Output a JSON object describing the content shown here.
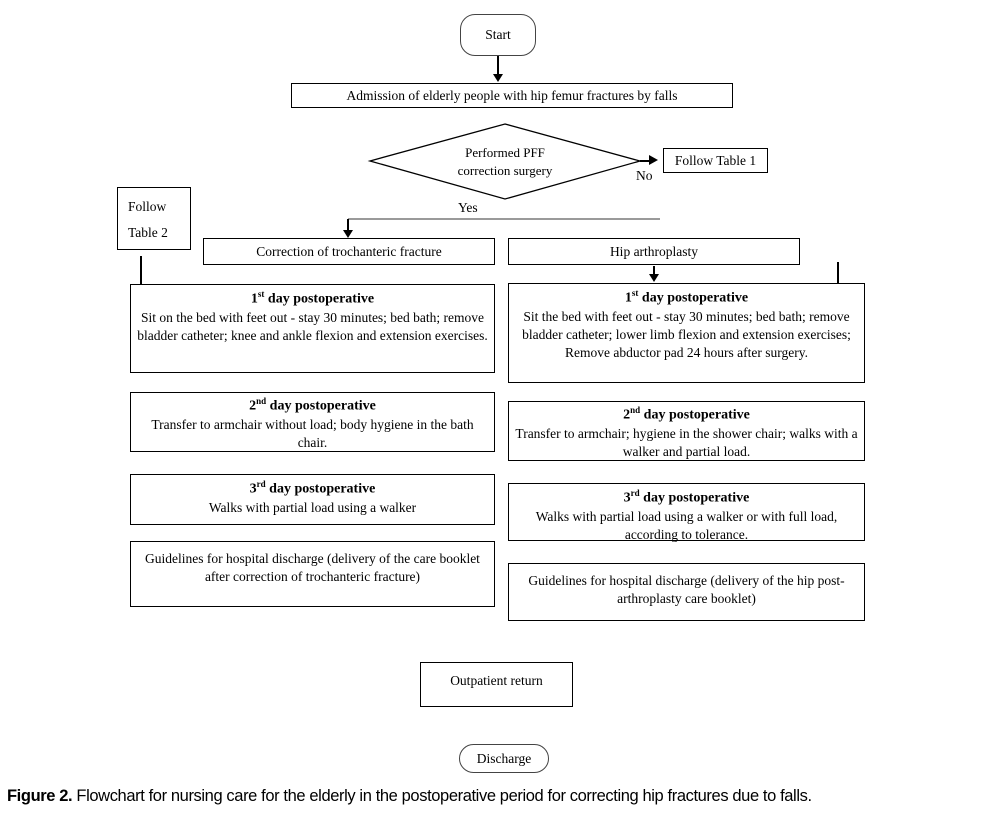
{
  "figure": {
    "caption_bold": "Figure 2.",
    "caption_text": " Flowchart for nursing care for the elderly in the postoperative period for correcting hip fractures due to falls."
  },
  "flowchart": {
    "start_label": "Start",
    "admission": "Admission of elderly people with hip femur fractures by falls",
    "decision": {
      "line1": "Performed PFF",
      "line2": "correction surgery",
      "no_label": "No",
      "yes_label": "Yes"
    },
    "follow_table_1": "Follow Table 1",
    "follow_table_2": {
      "line1": "Follow",
      "line2": "Table 2"
    },
    "left_branch": {
      "header": "Correction of trochanteric fracture",
      "steps": [
        {
          "num": "1",
          "ord": "st",
          "title_rest": " day postoperative",
          "body": "Sit on the bed with feet out - stay 30 minutes; bed bath; remove bladder catheter; knee and ankle flexion and extension exercises."
        },
        {
          "num": "2",
          "ord": "nd",
          "title_rest": " day postoperative",
          "body": "Transfer to armchair without load; body hygiene in the bath chair."
        },
        {
          "num": "3",
          "ord": "rd",
          "title_rest": " day postoperative",
          "body": "Walks with partial load using a walker"
        }
      ],
      "discharge_guidelines": "Guidelines for hospital discharge (delivery of the care booklet after correction of trochanteric fracture)"
    },
    "right_branch": {
      "header": "Hip arthroplasty",
      "steps": [
        {
          "num": "1",
          "ord": "st",
          "title_rest": " day postoperative",
          "body": "Sit the bed with feet out - stay 30 minutes; bed bath; remove bladder catheter; lower limb flexion and extension exercises; Remove abductor pad 24 hours after surgery."
        },
        {
          "num": "2",
          "ord": "nd",
          "title_rest": " day postoperative",
          "body": "Transfer to armchair; hygiene in the shower chair; walks with a walker and partial load."
        },
        {
          "num": "3",
          "ord": "rd",
          "title_rest": " day postoperative",
          "body": "Walks with partial load using a walker or with full load, according to tolerance."
        }
      ],
      "discharge_guidelines": "Guidelines for hospital discharge (delivery of the hip post-arthroplasty care booklet)"
    },
    "outpatient_return": "Outpatient return",
    "discharge_label": "Discharge"
  }
}
